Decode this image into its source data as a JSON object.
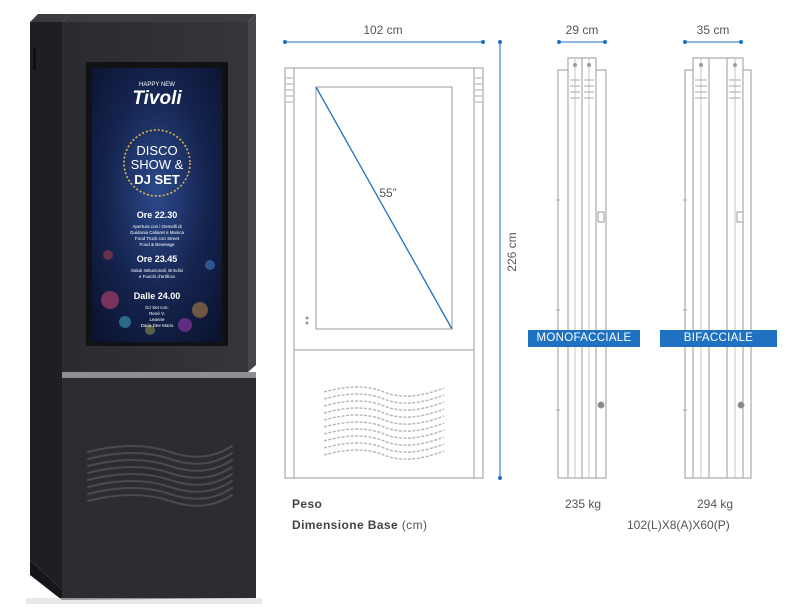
{
  "colors": {
    "accent": "#1f72c1",
    "cabinet": "#2b2c30",
    "cabinet_dark": "#1c1d20",
    "line_drawing": "#9a9a9a",
    "screen_bg": "#14234a"
  },
  "screen": {
    "brand_small": "HAPPY NEW",
    "brand": "Tivoli",
    "headline_line1": "DISCO",
    "headline_line2": "SHOW &",
    "headline_line3": "DJ SET",
    "time1": "Ore 22.30",
    "time1_text1": "Apertura con i Gemelli di",
    "time1_text2": "Guidonia Celiaret e Musica",
    "time1_text3": "Food Truck con Street",
    "time1_text4": "Food & Beverage",
    "time2": "Ore 23.45",
    "time2_text1": "Saluti Istituzionali, Brindisi",
    "time2_text2": "e Fuochi d'artificio",
    "time3": "Dalle 24.00",
    "time3_text1": "DJ Set con:",
    "time3_text2": "René V.",
    "time3_text3": "Leanne",
    "time3_text4": "Dario Dee Mario"
  },
  "dimensions": {
    "width": "102 cm",
    "height": "226 cm",
    "diagonal": "55”",
    "depth_mono": "29 cm",
    "depth_bi": "35 cm"
  },
  "badges": {
    "mono": "MONOFACCIALE",
    "bi": "BIFACCIALE"
  },
  "specs": {
    "peso_label": "Peso",
    "base_label": "Dimensione Base",
    "base_unit": " (cm)",
    "mono_weight": "235 kg",
    "bi_weight": "294 kg",
    "base_value": "102(L)X8(A)X60(P)"
  }
}
